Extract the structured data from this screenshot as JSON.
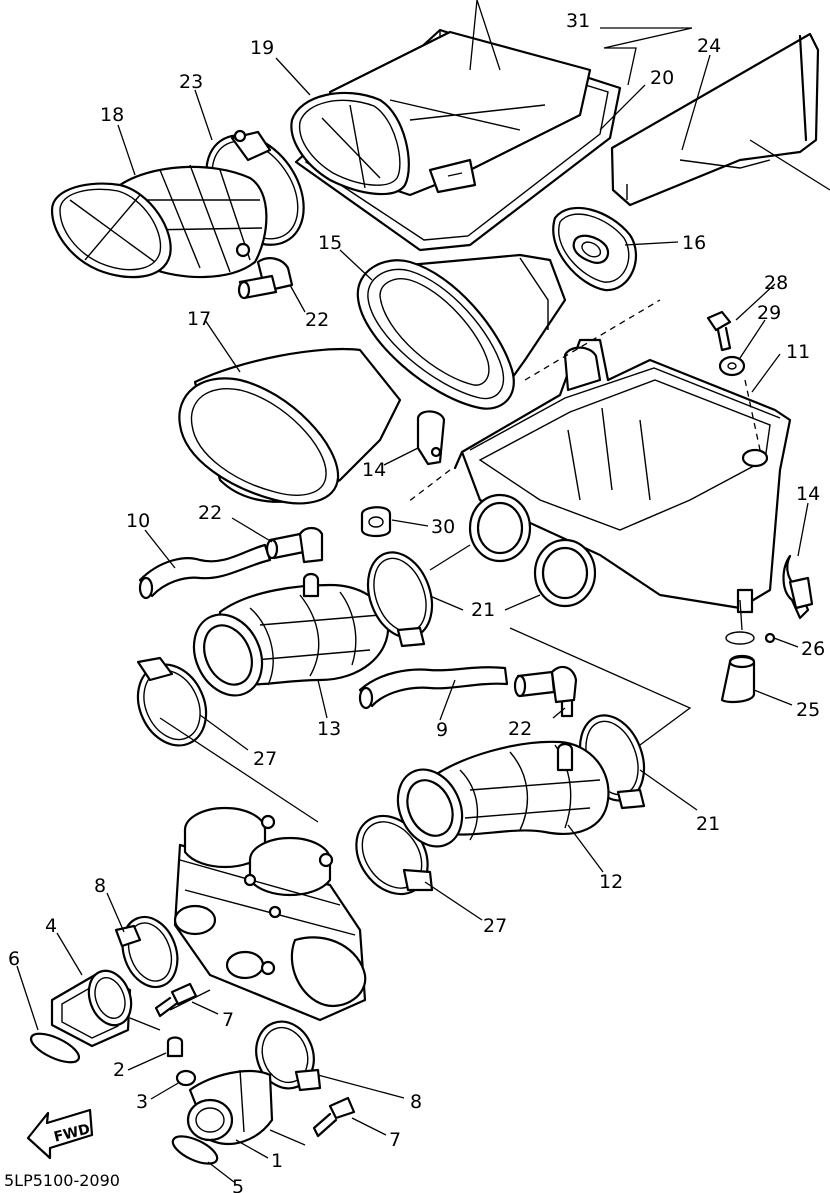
{
  "diagram": {
    "drawing_code": "5LP5100-2090",
    "fwd_label": "FWD",
    "callouts": {
      "c31": "31",
      "c24": "24",
      "c19": "19",
      "c20": "20",
      "c23": "23",
      "c18": "18",
      "c16": "16",
      "c15": "15",
      "c22a": "22",
      "c28": "28",
      "c29": "29",
      "c17": "17",
      "c11": "11",
      "c14a": "14",
      "c14b": "14",
      "c10": "10",
      "c22b": "22",
      "c30": "30",
      "c21a": "21",
      "c26": "26",
      "c25": "25",
      "c13": "13",
      "c9": "9",
      "c22c": "22",
      "c27a": "27",
      "c21b": "21",
      "c12": "12",
      "c8a": "8",
      "c27b": "27",
      "c4": "4",
      "c6": "6",
      "c7a": "7",
      "c2": "2",
      "c3": "3",
      "c8b": "8",
      "c7b": "7",
      "c1": "1",
      "c5": "5"
    }
  }
}
